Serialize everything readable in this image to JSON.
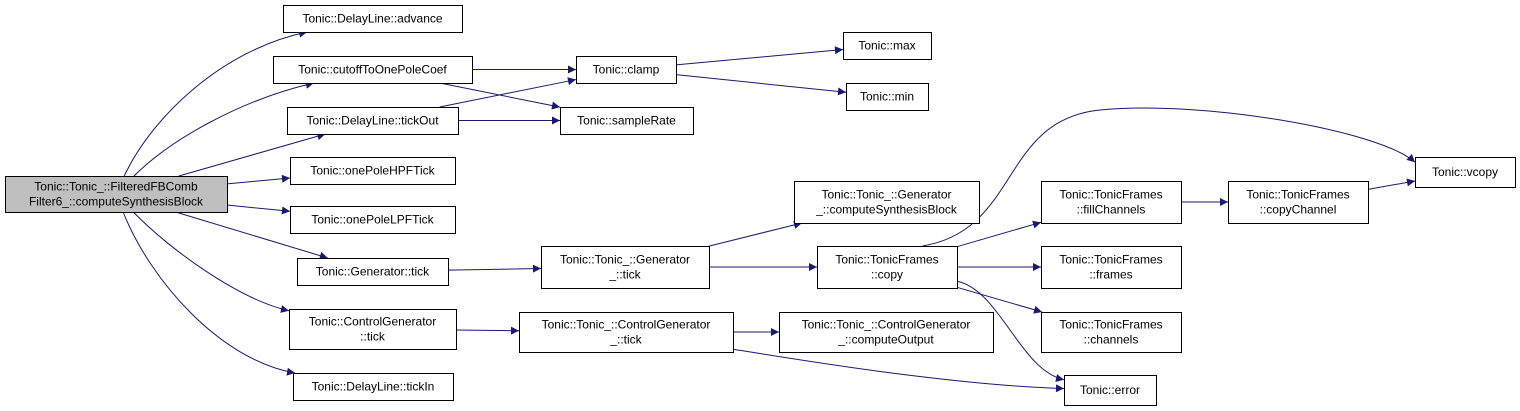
{
  "nodes": [
    {
      "id": "root",
      "lines": [
        "Tonic::Tonic_::FilteredFBComb",
        "Filter6_::computeSynthesisBlock"
      ],
      "root": true
    },
    {
      "id": "dl_advance",
      "lines": [
        "Tonic::DelayLine::advance"
      ]
    },
    {
      "id": "cutoff",
      "lines": [
        "Tonic::cutoffToOnePoleCoef"
      ]
    },
    {
      "id": "dl_tickout",
      "lines": [
        "Tonic::DelayLine::tickOut"
      ]
    },
    {
      "id": "hpf",
      "lines": [
        "Tonic::onePoleHPFTick"
      ]
    },
    {
      "id": "lpf",
      "lines": [
        "Tonic::onePoleLPFTick"
      ]
    },
    {
      "id": "gen_tick",
      "lines": [
        "Tonic::Generator::tick"
      ]
    },
    {
      "id": "cg_tick",
      "lines": [
        "Tonic::ControlGenerator",
        "::tick"
      ]
    },
    {
      "id": "dl_tickin",
      "lines": [
        "Tonic::DelayLine::tickIn"
      ]
    },
    {
      "id": "clamp",
      "lines": [
        "Tonic::clamp"
      ]
    },
    {
      "id": "samplerate",
      "lines": [
        "Tonic::sampleRate"
      ]
    },
    {
      "id": "max",
      "lines": [
        "Tonic::max"
      ]
    },
    {
      "id": "min",
      "lines": [
        "Tonic::min"
      ]
    },
    {
      "id": "gen_csb",
      "lines": [
        "Tonic::Tonic_::Generator",
        "_::computeSynthesisBlock"
      ]
    },
    {
      "id": "gen__tick",
      "lines": [
        "Tonic::Tonic_::Generator",
        "_::tick"
      ]
    },
    {
      "id": "cg__tick",
      "lines": [
        "Tonic::Tonic_::ControlGenerator",
        "_::tick"
      ]
    },
    {
      "id": "cg_output",
      "lines": [
        "Tonic::Tonic_::ControlGenerator",
        "_::computeOutput"
      ]
    },
    {
      "id": "tf_copy",
      "lines": [
        "Tonic::TonicFrames",
        "::copy"
      ]
    },
    {
      "id": "tf_fill",
      "lines": [
        "Tonic::TonicFrames",
        "::fillChannels"
      ]
    },
    {
      "id": "tf_frames",
      "lines": [
        "Tonic::TonicFrames",
        "::frames"
      ]
    },
    {
      "id": "tf_channels",
      "lines": [
        "Tonic::TonicFrames",
        "::channels"
      ]
    },
    {
      "id": "error",
      "lines": [
        "Tonic::error"
      ]
    },
    {
      "id": "tf_copych",
      "lines": [
        "Tonic::TonicFrames",
        "::copyChannel"
      ]
    },
    {
      "id": "vcopy",
      "lines": [
        "Tonic::vcopy"
      ]
    }
  ],
  "edges": [
    {
      "from": "root",
      "to": "dl_advance"
    },
    {
      "from": "root",
      "to": "cutoff"
    },
    {
      "from": "root",
      "to": "dl_tickout"
    },
    {
      "from": "root",
      "to": "hpf"
    },
    {
      "from": "root",
      "to": "lpf"
    },
    {
      "from": "root",
      "to": "gen_tick"
    },
    {
      "from": "root",
      "to": "cg_tick"
    },
    {
      "from": "root",
      "to": "dl_tickin"
    },
    {
      "from": "cutoff",
      "to": "clamp"
    },
    {
      "from": "cutoff",
      "to": "samplerate"
    },
    {
      "from": "dl_tickout",
      "to": "clamp"
    },
    {
      "from": "dl_tickout",
      "to": "samplerate"
    },
    {
      "from": "clamp",
      "to": "max"
    },
    {
      "from": "clamp",
      "to": "min"
    },
    {
      "from": "gen_tick",
      "to": "gen__tick"
    },
    {
      "from": "gen__tick",
      "to": "gen_csb"
    },
    {
      "from": "gen__tick",
      "to": "tf_copy"
    },
    {
      "from": "cg_tick",
      "to": "cg__tick"
    },
    {
      "from": "cg__tick",
      "to": "cg_output"
    },
    {
      "from": "cg__tick",
      "to": "error"
    },
    {
      "from": "tf_copy",
      "to": "vcopy"
    },
    {
      "from": "tf_copy",
      "to": "tf_fill"
    },
    {
      "from": "tf_copy",
      "to": "tf_frames"
    },
    {
      "from": "tf_copy",
      "to": "tf_channels"
    },
    {
      "from": "tf_copy",
      "to": "error"
    },
    {
      "from": "tf_fill",
      "to": "tf_copych"
    },
    {
      "from": "tf_copych",
      "to": "vcopy"
    }
  ],
  "colors": {
    "edge": "#191970",
    "root_fill": "#bfbfbf",
    "node_fill": "#ffffff",
    "node_border": "#000000"
  }
}
